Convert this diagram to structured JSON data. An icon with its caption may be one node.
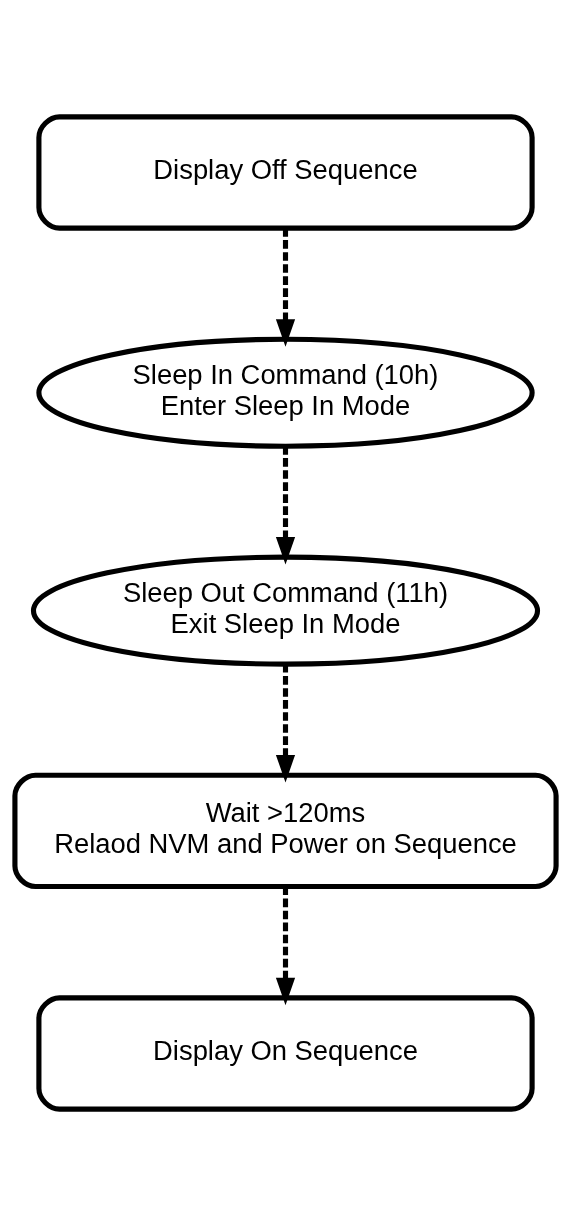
{
  "diagram": {
    "nodes": [
      {
        "text": [
          "Display Off Sequence"
        ]
      },
      {
        "text": [
          "Sleep In Command (10h)",
          "Enter Sleep In Mode"
        ]
      },
      {
        "text": [
          "Sleep Out Command (11h)",
          "Exit Sleep In Mode"
        ]
      },
      {
        "text": [
          "Wait >120ms",
          "Relaod NVM and Power on Sequence"
        ]
      },
      {
        "text": [
          "Display On Sequence"
        ]
      }
    ],
    "edges": [
      {
        "from": 0,
        "to": 1,
        "arrow": "to",
        "style": "dashed"
      },
      {
        "from": 1,
        "to": 2,
        "arrow": "to",
        "style": "dashed"
      },
      {
        "from": 2,
        "to": 3,
        "arrow": "to",
        "style": "dashed"
      },
      {
        "from": 3,
        "to": 4,
        "arrow": "to",
        "style": "dashed"
      }
    ]
  }
}
